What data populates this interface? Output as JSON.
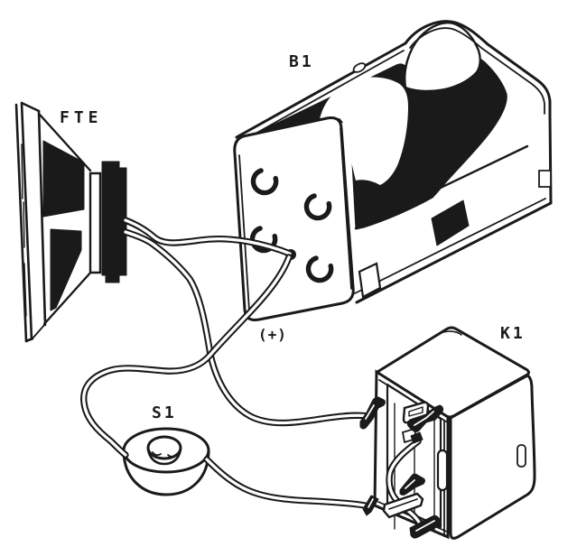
{
  "figure": {
    "ink_color": "#1a1a1a",
    "paper_color": "#ffffff",
    "labels": {
      "speaker": {
        "text": "FTE"
      },
      "battery": {
        "text": "B1"
      },
      "polarity": {
        "text": "(+)"
      },
      "switch": {
        "text": "S1"
      },
      "relay": {
        "text": "K1"
      }
    }
  }
}
